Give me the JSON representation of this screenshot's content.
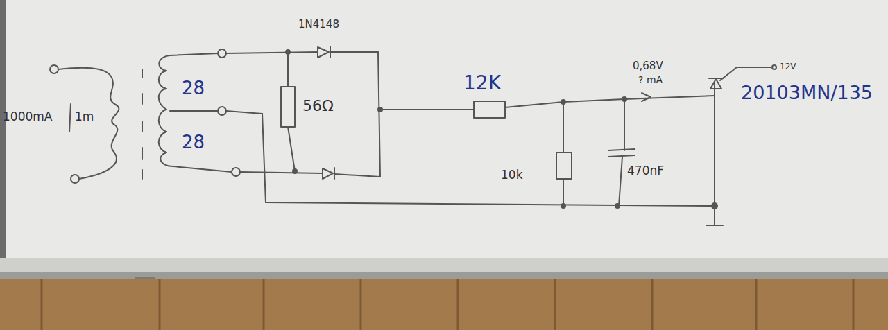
{
  "diagram": {
    "labels": [
      "1N4148",
      "28",
      "28",
      "56Ω",
      "12K",
      "0,68V",
      "? mA",
      "12V",
      "20103MN/135",
      "1000mA",
      "1m",
      "10k",
      "470nF"
    ]
  }
}
